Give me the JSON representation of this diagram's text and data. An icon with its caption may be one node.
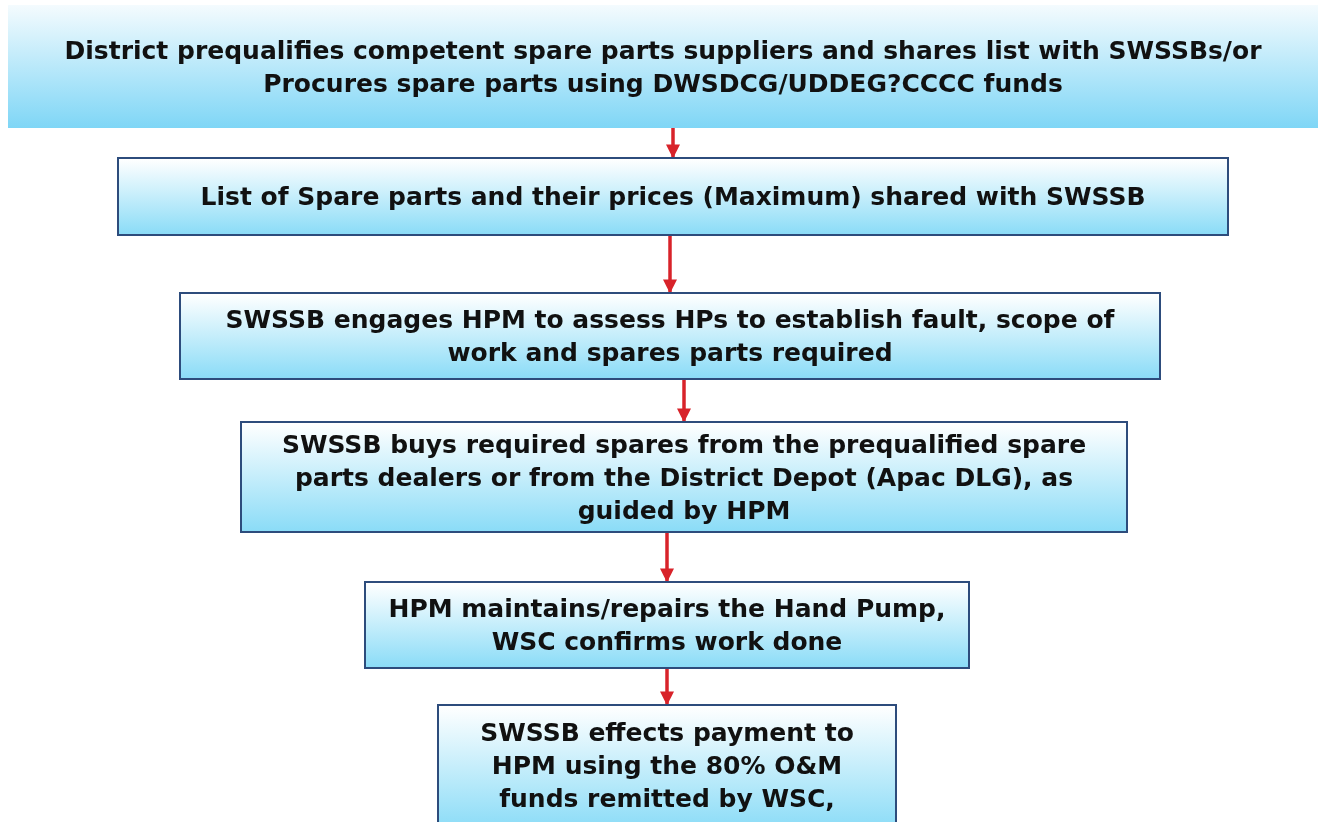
{
  "diagram": {
    "nodes": [
      {
        "text": [
          "District prequalifies competent spare parts suppliers and shares list with SWSSBs/or Procures spare parts using DWSDCG/UDDEG?CCCC funds"
        ]
      },
      {
        "text": [
          "List of Spare parts and their prices (Maximum) shared with SWSSB"
        ]
      },
      {
        "text": [
          "SWSSB engages HPM to assess HPs to establish fault, scope of work and spares parts required"
        ]
      },
      {
        "text": [
          "SWSSB buys required spares from the prequalified spare parts dealers or from the District Depot (Apac DLG), as guided by HPM"
        ]
      },
      {
        "text": [
          "HPM maintains/repairs the Hand Pump, WSC confirms work done"
        ]
      },
      {
        "text": [
          "SWSSB effects payment to HPM using the 80% O&M funds remitted by WSC,"
        ]
      }
    ],
    "edges": [
      {
        "from": 0,
        "to": 1,
        "arrow": "to"
      },
      {
        "from": 1,
        "to": 2,
        "arrow": "to"
      },
      {
        "from": 2,
        "to": 3,
        "arrow": "to"
      },
      {
        "from": 3,
        "to": 4,
        "arrow": "to"
      },
      {
        "from": 4,
        "to": 5,
        "arrow": "to"
      }
    ]
  }
}
